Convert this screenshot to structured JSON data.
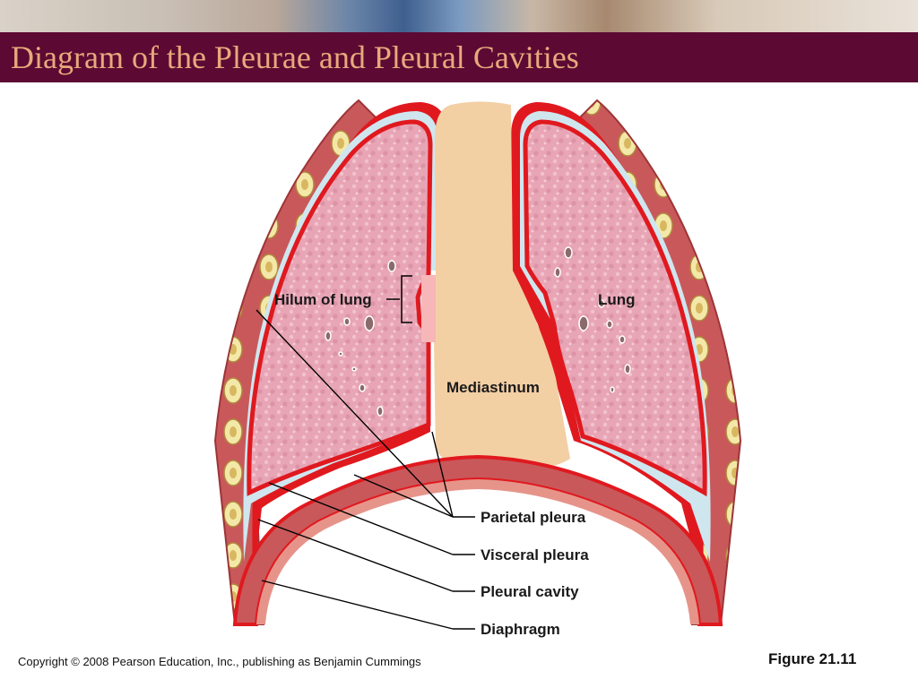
{
  "slide": {
    "title": "Diagram of the Pleurae and Pleural Cavities",
    "copyright": "Copyright © 2008 Pearson Education, Inc., publishing as Benjamin Cummings",
    "figure": "Figure 21.11"
  },
  "labels": {
    "hilum": "Hilum of lung",
    "lung": "Lung",
    "mediastinum": "Mediastinum",
    "parietal_pleura": "Parietal pleura",
    "visceral_pleura": "Visceral pleura",
    "pleural_cavity": "Pleural cavity",
    "diaphragm": "Diaphragm"
  },
  "colors": {
    "title_bar": "#5c0a33",
    "title_text": "#e7a97c",
    "lung_tissue": "#e8a5b5",
    "pleura": "#e0191f",
    "pleural_cavity": "#cfe6ef",
    "mediastinum": "#f3cfa4",
    "rib": "#f4e8a8",
    "muscle": "#c9585a"
  }
}
